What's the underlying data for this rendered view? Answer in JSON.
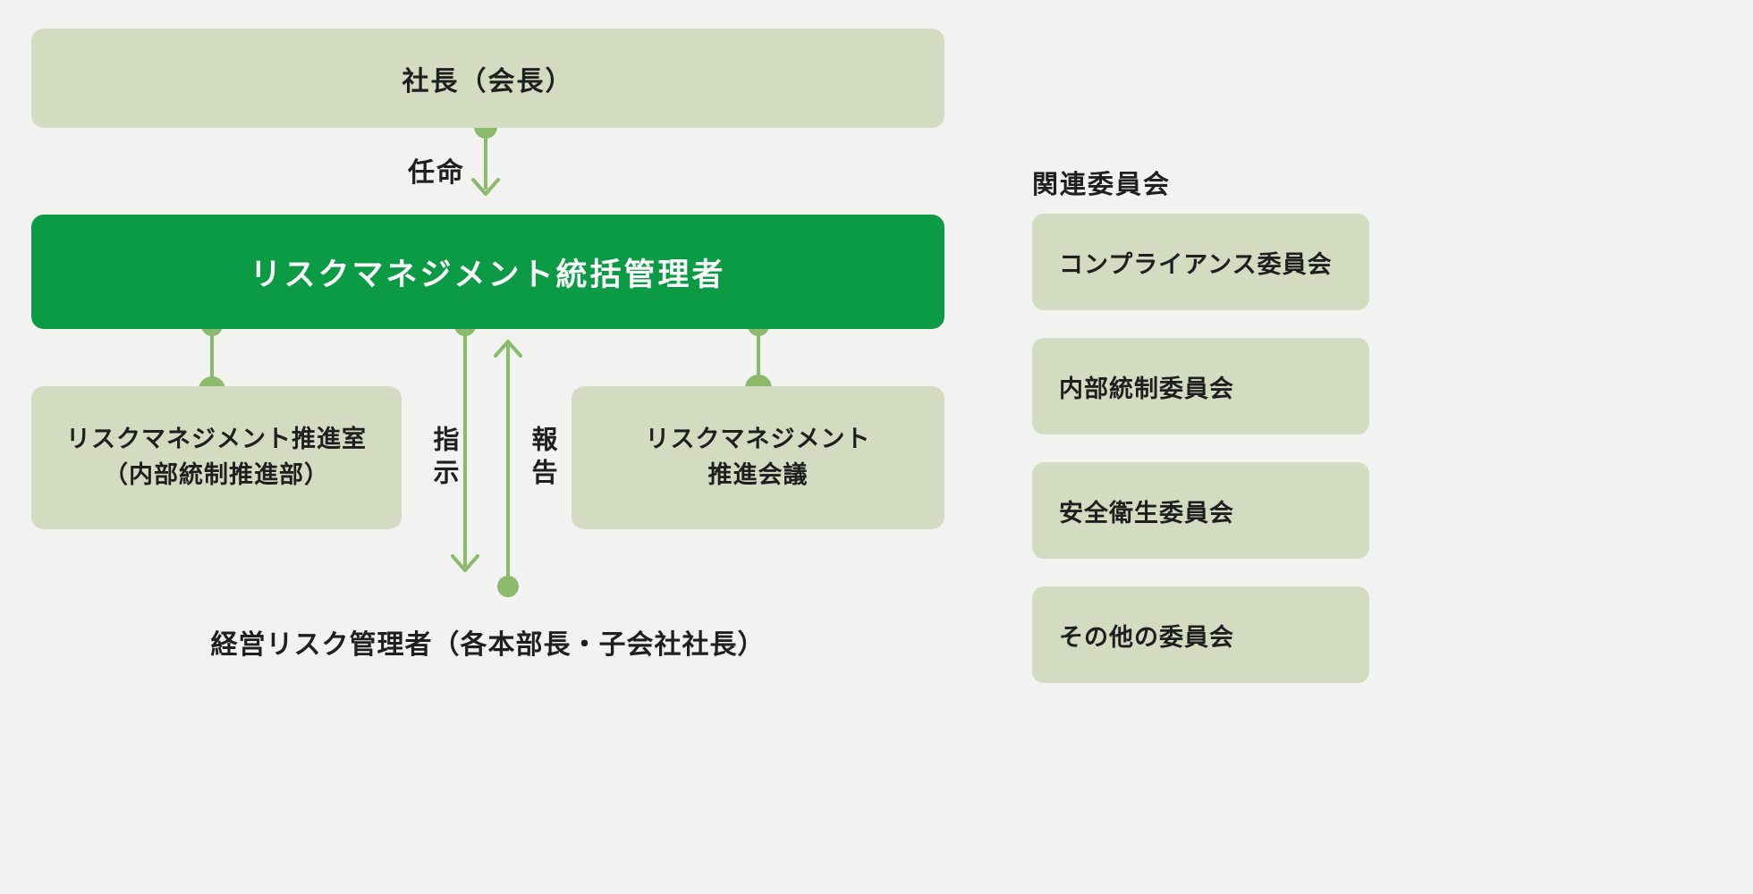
{
  "colors": {
    "background": "#f2f2f0",
    "box_light": "#d3dbc1",
    "box_dark": "#0b9b45",
    "connector": "#8cba6b",
    "text_dark": "#1f1f1f",
    "text_light": "#ffffff"
  },
  "diagram": {
    "president": "社長（会長）",
    "appoint_label": "任命",
    "manager": "リスクマネジメント統括管理者",
    "office_line1": "リスクマネジメント推進室",
    "office_line2": "（内部統制推進部）",
    "council_line1": "リスクマネジメント",
    "council_line2": "推進会議",
    "instruction_label": "指示",
    "report_label": "報告",
    "risk_managers": "経営リスク管理者（各本部長・子会社社長）"
  },
  "committees": {
    "heading": "関連委員会",
    "items": [
      {
        "label": "コンプライアンス委員会"
      },
      {
        "label": "内部統制委員会"
      },
      {
        "label": "安全衛生委員会"
      },
      {
        "label": "その他の委員会"
      }
    ]
  }
}
